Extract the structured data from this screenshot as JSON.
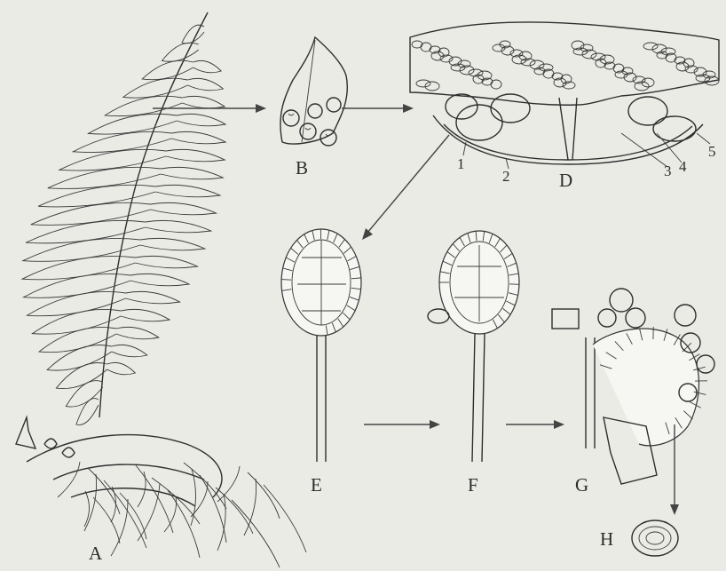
{
  "figure": {
    "labels": {
      "A": "A",
      "B": "B",
      "D": "D",
      "E": "E",
      "F": "F",
      "G": "G",
      "H": "H"
    },
    "part_numbers": [
      "1",
      "2",
      "3",
      "4",
      "5"
    ]
  },
  "colors": {
    "background": "#ebebe6",
    "ink": "#2e2e2e",
    "cell_fill": "#f6f6f2"
  }
}
